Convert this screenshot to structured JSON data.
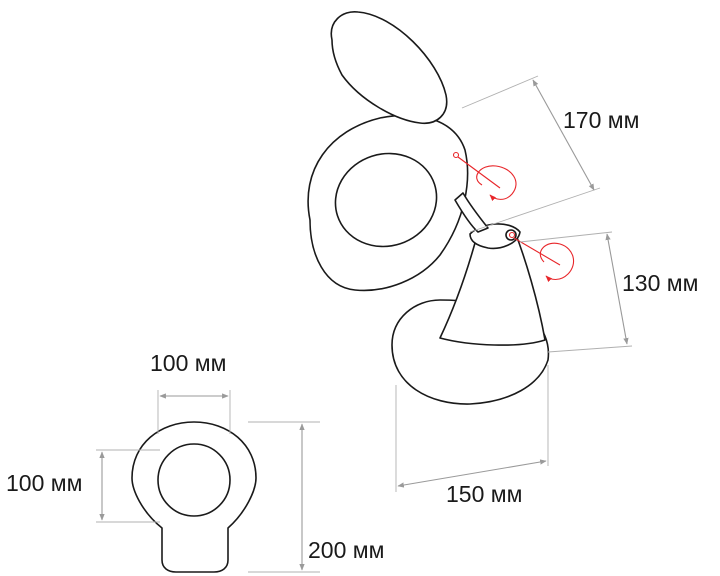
{
  "dimensions": {
    "head_diameter": "170 мм",
    "arm_height": "130 мм",
    "base_width": "150 мм",
    "front_width": "100 мм",
    "lens_diameter": "100 мм",
    "total_height": "200 мм"
  },
  "colors": {
    "outline": "#1a1a1a",
    "dimension_line": "#9a9a9a",
    "rotation_indicator": "#e8262a"
  }
}
